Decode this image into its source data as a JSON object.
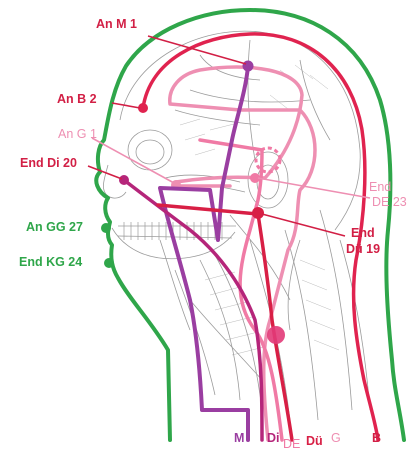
{
  "labels": {
    "an_m1": "An M 1",
    "an_b2": "An B 2",
    "an_g1": "An G 1",
    "end_di20": "End Di 20",
    "an_gg27": "An GG 27",
    "end_kg24": "End KG 24",
    "end_de23_line1": "End",
    "end_de23_line2": "DE 23",
    "end_du19_line1": "End",
    "end_du19_line2": "Dü 19",
    "bottom_m": "M",
    "bottom_di": "Di",
    "bottom_de": "DE",
    "bottom_du": "Dü",
    "bottom_g": "G",
    "bottom_b": "B"
  },
  "colors": {
    "gg_green": "#2fa64a",
    "b_red": "#e0234f",
    "g_pink": "#ee8fb2",
    "m_purple": "#9a3ea1",
    "di_magenta": "#b5257a",
    "de_pink": "#f07aa5",
    "du_crimson": "#d81f45",
    "sketch_grey": "#8a8a8a"
  }
}
